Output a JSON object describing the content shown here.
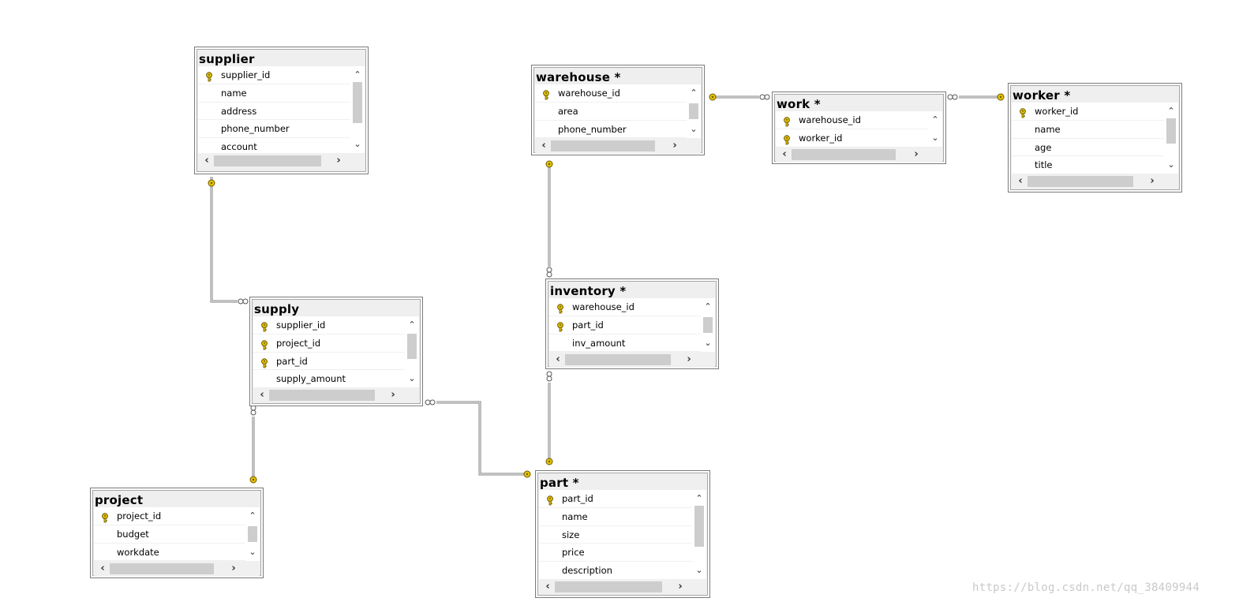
{
  "tables": {
    "supplier": {
      "title": "supplier",
      "columns": [
        "supplier_id",
        "name",
        "address",
        "phone_number",
        "account"
      ],
      "keys": [
        true,
        false,
        false,
        false,
        false
      ]
    },
    "warehouse": {
      "title": "warehouse *",
      "columns": [
        "warehouse_id",
        "area",
        "phone_number"
      ],
      "keys": [
        true,
        false,
        false
      ]
    },
    "work": {
      "title": "work *",
      "columns": [
        "warehouse_id",
        "worker_id"
      ],
      "keys": [
        true,
        true
      ]
    },
    "worker": {
      "title": "worker *",
      "columns": [
        "worker_id",
        "name",
        "age",
        "title"
      ],
      "keys": [
        true,
        false,
        false,
        false
      ]
    },
    "supply": {
      "title": "supply",
      "columns": [
        "supplier_id",
        "project_id",
        "part_id",
        "supply_amount"
      ],
      "keys": [
        true,
        true,
        true,
        false
      ]
    },
    "inventory": {
      "title": "inventory *",
      "columns": [
        "warehouse_id",
        "part_id",
        "inv_amount"
      ],
      "keys": [
        true,
        true,
        false
      ]
    },
    "project": {
      "title": "project",
      "columns": [
        "project_id",
        "budget",
        "workdate"
      ],
      "keys": [
        true,
        false,
        false
      ]
    },
    "part": {
      "title": "part *",
      "columns": [
        "part_id",
        "name",
        "size",
        "price",
        "description"
      ],
      "keys": [
        true,
        false,
        false,
        false,
        false
      ]
    }
  },
  "relationships": [
    {
      "from": "supplier",
      "to": "supply",
      "one_end": "supplier",
      "many_end": "supply"
    },
    {
      "from": "project",
      "to": "supply",
      "one_end": "project",
      "many_end": "supply"
    },
    {
      "from": "part",
      "to": "supply",
      "one_end": "part",
      "many_end": "supply"
    },
    {
      "from": "warehouse",
      "to": "inventory",
      "one_end": "warehouse",
      "many_end": "inventory"
    },
    {
      "from": "part",
      "to": "inventory",
      "one_end": "part",
      "many_end": "inventory"
    },
    {
      "from": "warehouse",
      "to": "work",
      "one_end": "warehouse",
      "many_end": "work"
    },
    {
      "from": "worker",
      "to": "work",
      "one_end": "worker",
      "many_end": "work"
    }
  ],
  "icons": {
    "primary_key": "key-icon",
    "scroll_up": "chevron-up-icon",
    "scroll_down": "chevron-down-icon",
    "scroll_left": "chevron-left-icon",
    "scroll_right": "chevron-right-icon"
  },
  "colors": {
    "key": "#e6c200",
    "key_outline": "#6b5a00",
    "connector": "#808080",
    "table_header": "#efefef",
    "scroll_thumb": "#cdcdcd"
  },
  "watermark": "https://blog.csdn.net/qq_38409944"
}
